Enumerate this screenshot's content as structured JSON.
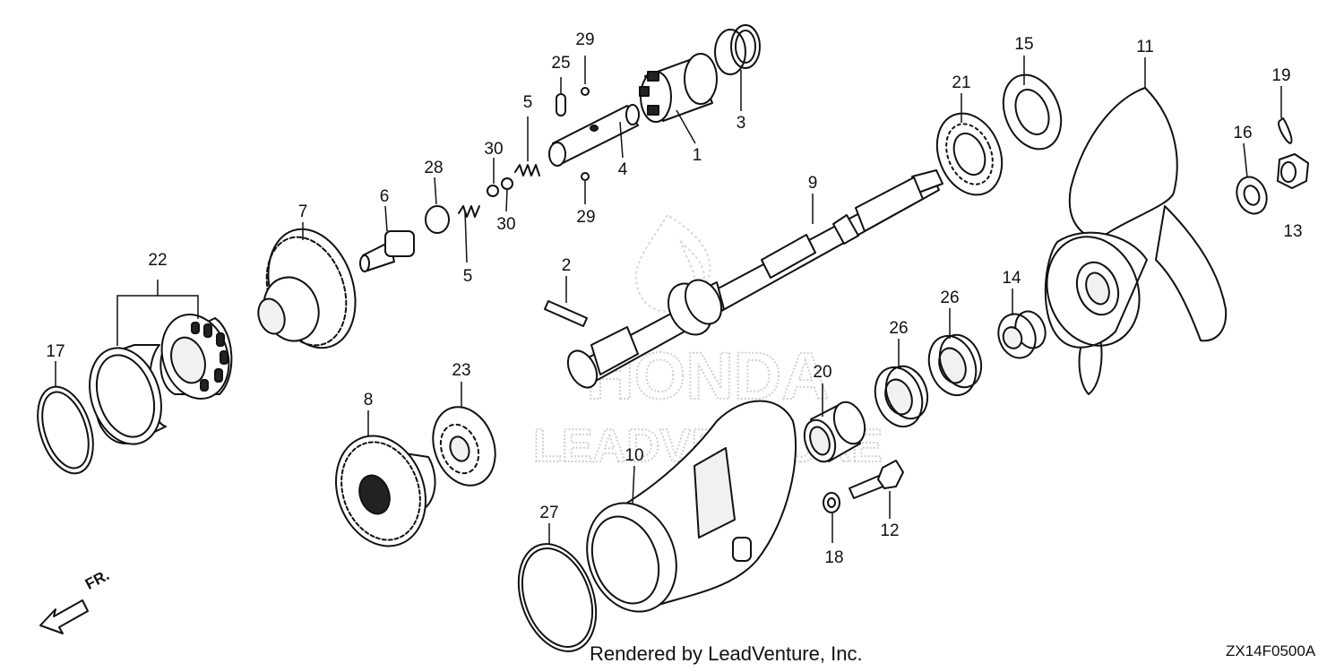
{
  "diagram": {
    "callouts": [
      {
        "id": "c29a",
        "label": "29"
      },
      {
        "id": "c25",
        "label": "25"
      },
      {
        "id": "c5a",
        "label": "5"
      },
      {
        "id": "c30a",
        "label": "30"
      },
      {
        "id": "c28",
        "label": "28"
      },
      {
        "id": "c6",
        "label": "6"
      },
      {
        "id": "c30b",
        "label": "30"
      },
      {
        "id": "c5b",
        "label": "5"
      },
      {
        "id": "c4",
        "label": "4"
      },
      {
        "id": "c29b",
        "label": "29"
      },
      {
        "id": "c1",
        "label": "1"
      },
      {
        "id": "c3",
        "label": "3"
      },
      {
        "id": "c7",
        "label": "7"
      },
      {
        "id": "c22",
        "label": "22"
      },
      {
        "id": "c17",
        "label": "17"
      },
      {
        "id": "c9",
        "label": "9"
      },
      {
        "id": "c2",
        "label": "2"
      },
      {
        "id": "c21",
        "label": "21"
      },
      {
        "id": "c15",
        "label": "15"
      },
      {
        "id": "c11",
        "label": "11"
      },
      {
        "id": "c19",
        "label": "19"
      },
      {
        "id": "c16",
        "label": "16"
      },
      {
        "id": "c13",
        "label": "13"
      },
      {
        "id": "c14",
        "label": "14"
      },
      {
        "id": "c26a",
        "label": "26"
      },
      {
        "id": "c26b",
        "label": "26"
      },
      {
        "id": "c23",
        "label": "23"
      },
      {
        "id": "c8",
        "label": "8"
      },
      {
        "id": "c20",
        "label": "20"
      },
      {
        "id": "c10",
        "label": "10"
      },
      {
        "id": "c27",
        "label": "27"
      },
      {
        "id": "c18",
        "label": "18"
      },
      {
        "id": "c12",
        "label": "12"
      }
    ],
    "watermark": {
      "top": "HONDA",
      "bottom": "LEADVENTURE"
    }
  },
  "orientation": {
    "label": "FR."
  },
  "footer": {
    "render_credit": "Rendered by LeadVenture, Inc.",
    "diagram_code": "ZX14F0500A"
  }
}
